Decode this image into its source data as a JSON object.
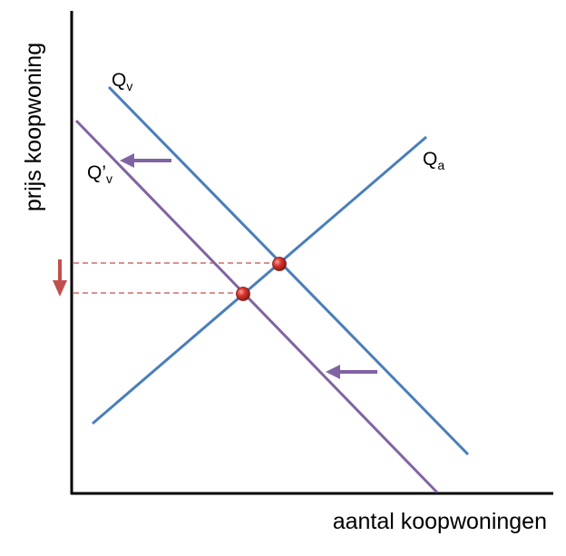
{
  "axes": {
    "xlabel": "aantal koopwoningen",
    "ylabel": "prijs koopwoning"
  },
  "curves": {
    "supply": {
      "main": "Q",
      "sub": "a"
    },
    "demand": {
      "main": "Q",
      "sub": "v"
    },
    "demand_shifted": {
      "main": "Q’",
      "sub": "v"
    }
  },
  "colors": {
    "axis": "#000000",
    "supply_line": "#4a7ebb",
    "demand_line": "#4a7ebb",
    "demand_shifted_line": "#8064a2",
    "shift_arrow": "#8064a2",
    "price_arrow": "#c0504d",
    "guide_line": "#c0504d",
    "equilibrium_point": "#c0392b"
  },
  "icons": {
    "shift_arrows": "arrow-left-icon",
    "price_arrow": "arrow-down-icon"
  }
}
